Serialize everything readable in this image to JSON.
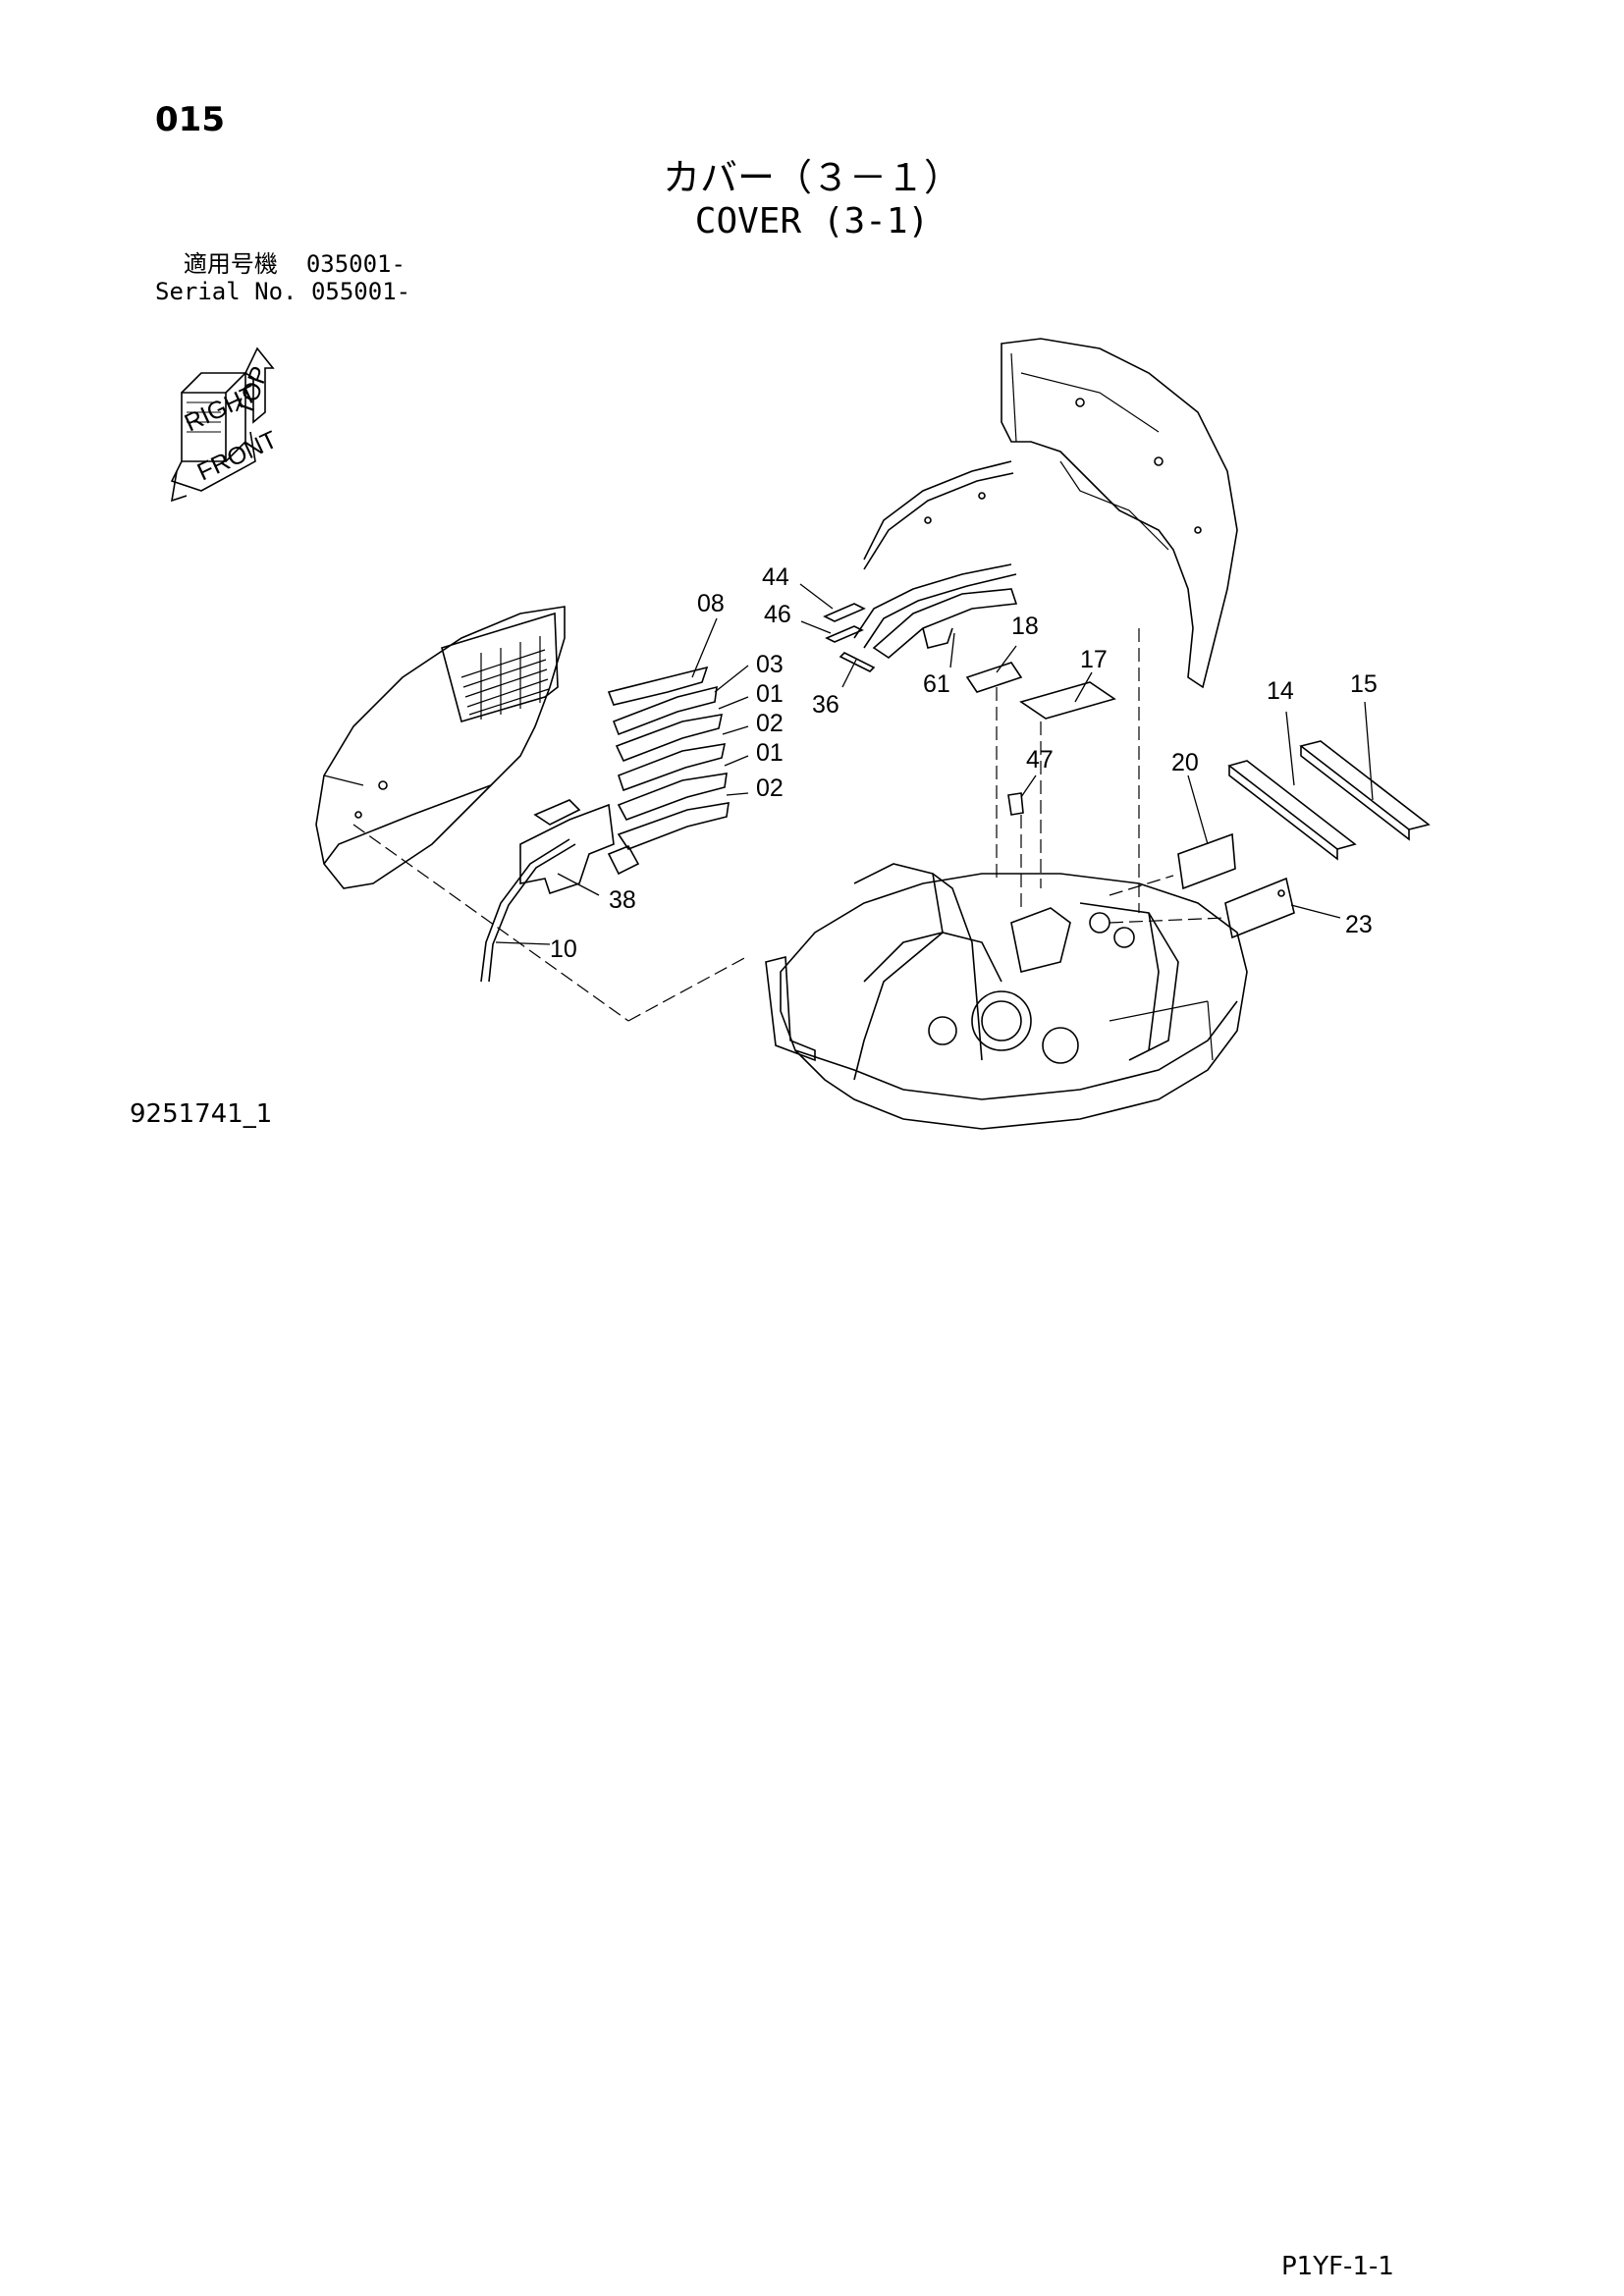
{
  "page_number": "015",
  "title_jp": "カバー（３－１）",
  "title_en": "COVER (3-1)",
  "serial": {
    "jp_label": "適用号機",
    "jp_value": "035001-",
    "en_label": "Serial No.",
    "en_value": "055001-"
  },
  "orientation_labels": [
    "TOP",
    "RIGHT",
    "FRONT"
  ],
  "part_callouts": [
    "08",
    "03",
    "01",
    "02",
    "01",
    "02",
    "44",
    "46",
    "36",
    "61",
    "18",
    "17",
    "47",
    "20",
    "14",
    "15",
    "23",
    "38",
    "10"
  ],
  "drawing_id": "9251741_1",
  "page_code": "P1YF-1-1"
}
